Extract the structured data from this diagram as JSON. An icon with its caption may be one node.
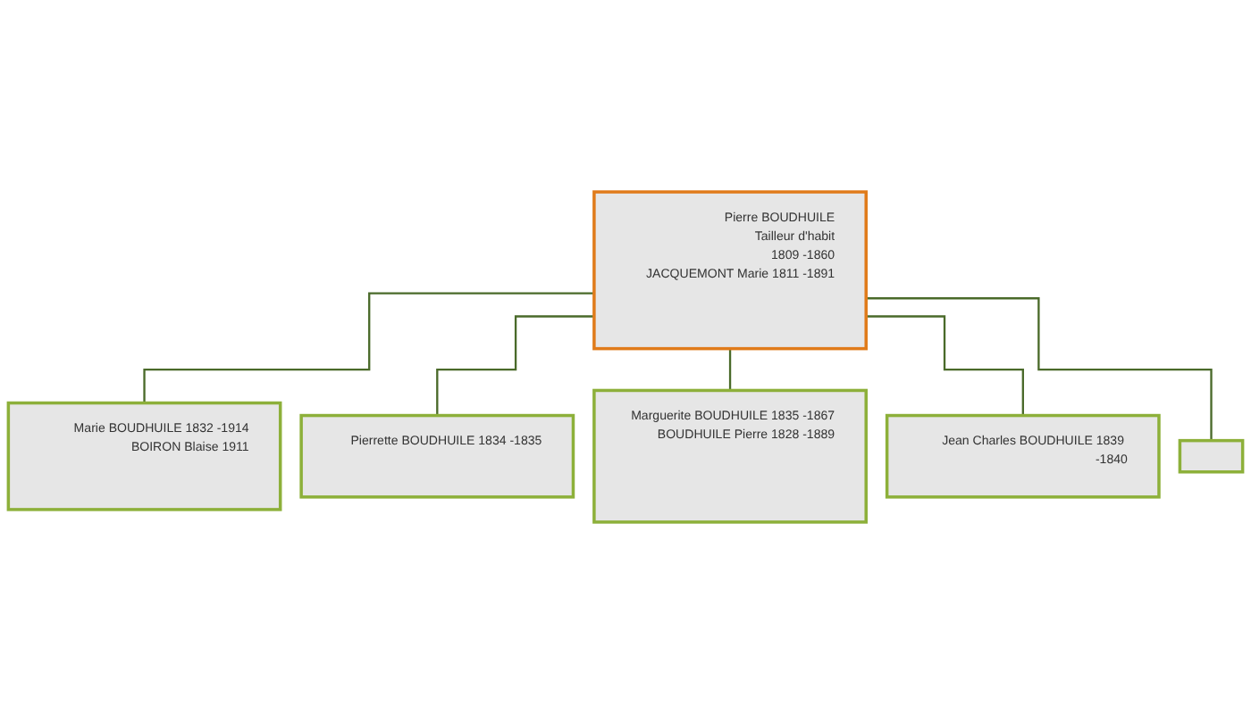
{
  "diagram": {
    "nodes": [
      {
        "text": [
          "Pierre BOUDHUILE",
          "Tailleur d'habit",
          "1809 -1860",
          "JACQUEMONT Marie 1811 -1891"
        ]
      },
      {
        "text": [
          "Marie BOUDHUILE 1832 -1914",
          "BOIRON Blaise 1911"
        ]
      },
      {
        "text": [
          "Pierrette BOUDHUILE 1834 -1835"
        ]
      },
      {
        "text": [
          "Marguerite BOUDHUILE 1835 -1867",
          "BOUDHUILE Pierre 1828 -1889"
        ]
      },
      {
        "text": [
          "Jean Charles BOUDHUILE 1839 -1840"
        ]
      },
      {
        "text": [],
        "shape": "box"
      }
    ],
    "edges": [
      {
        "from": 0,
        "to": 1,
        "arrow": "none"
      },
      {
        "from": 0,
        "to": 2,
        "arrow": "none"
      },
      {
        "from": 0,
        "to": 3,
        "arrow": "none"
      },
      {
        "from": 0,
        "to": 4,
        "arrow": "none"
      },
      {
        "from": 0,
        "to": 5,
        "arrow": "none"
      }
    ]
  }
}
